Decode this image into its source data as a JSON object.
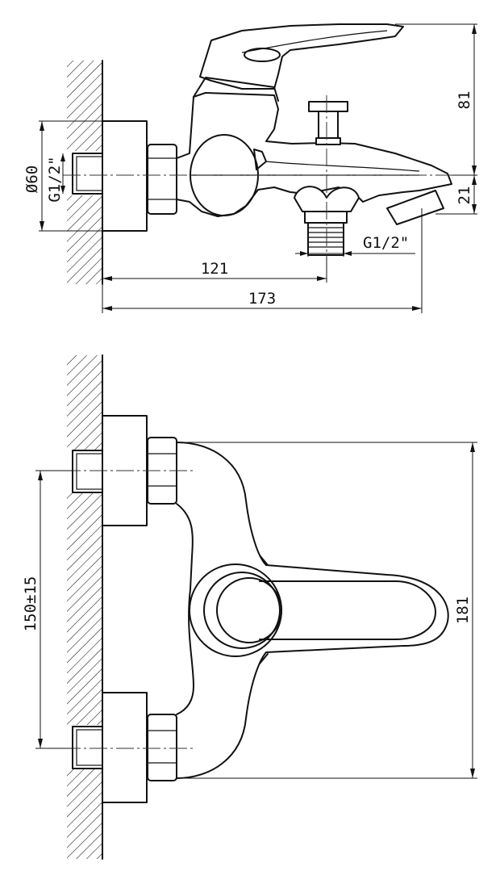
{
  "side_view": {
    "dims": {
      "dia": "Ø60",
      "thread_wall": "G1/2\"",
      "thread_outlet": "G1/2\"",
      "depth_outlet": "121",
      "depth_total": "173",
      "height_top": "81",
      "height_bottom": "21"
    }
  },
  "front_view": {
    "dims": {
      "spacing": "150±15",
      "height": "181"
    }
  }
}
